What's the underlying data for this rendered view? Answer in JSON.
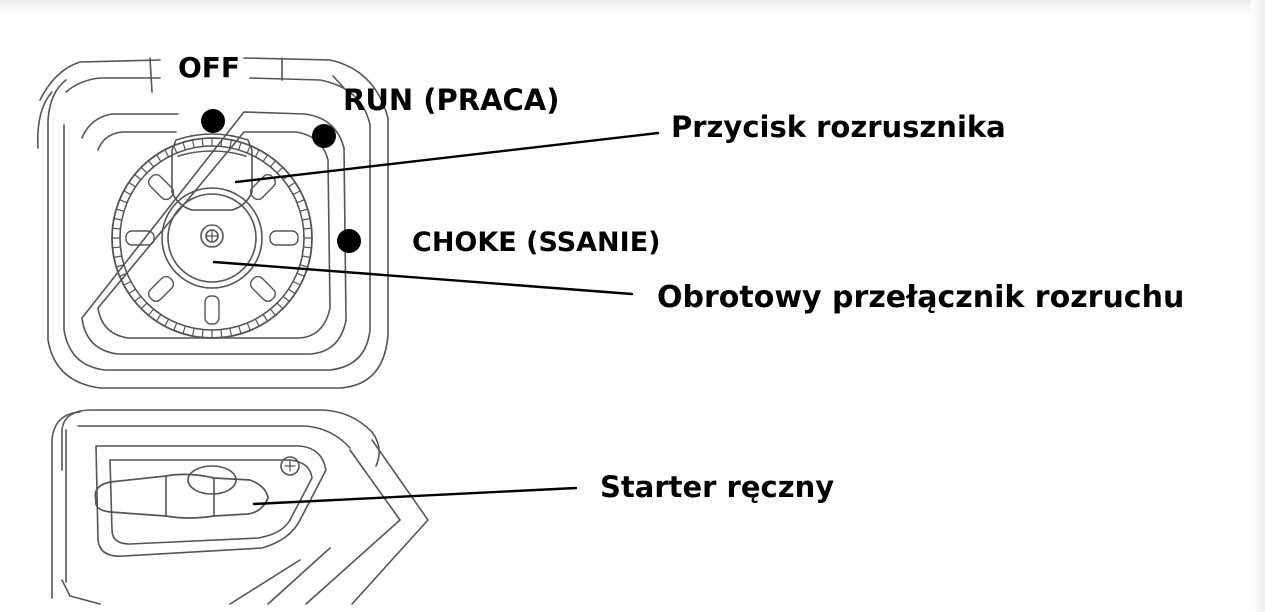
{
  "diagram": {
    "positions": {
      "off": "OFF",
      "run": "RUN (PRACA)",
      "choke": "CHOKE (SSANIE)"
    },
    "callouts": {
      "start_button": "Przycisk rozrusznika",
      "rotary_switch": "Obrotowy przełącznik rozruchu",
      "recoil_starter": "Starter ręczny"
    },
    "colors": {
      "line_art": "#4a4a4a",
      "indicator_dot": "#000000",
      "background": "#ffffff"
    }
  }
}
